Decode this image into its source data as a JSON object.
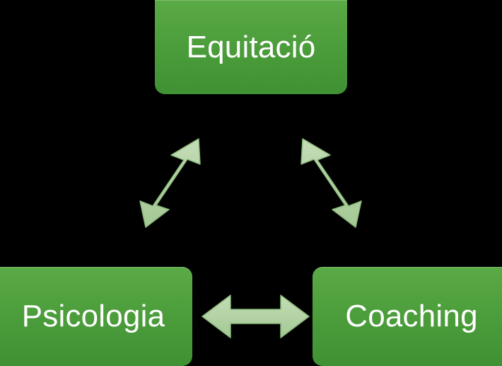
{
  "diagram": {
    "title": "",
    "background_color": "#000000",
    "node_color": "#4d9e3c",
    "node_text_color": "#ffffff",
    "arrow_fill_color": "#aecfa0",
    "arrow_stroke_color": "#7fae6d",
    "nodes": [
      {
        "id": "top",
        "label": "Equitació"
      },
      {
        "id": "left",
        "label": "Psicologia"
      },
      {
        "id": "right",
        "label": "Coaching"
      }
    ],
    "connectors": [
      {
        "id": "left-top",
        "from": "Psicologia",
        "to": "Equitació",
        "style": "double-headed-arrow"
      },
      {
        "id": "top-right",
        "from": "Equitació",
        "to": "Coaching",
        "style": "double-headed-arrow"
      },
      {
        "id": "left-right",
        "from": "Psicologia",
        "to": "Coaching",
        "style": "double-headed-arrow"
      }
    ]
  }
}
